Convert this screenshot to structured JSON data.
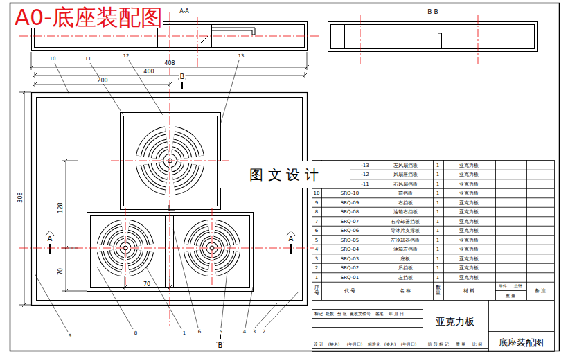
{
  "diagram": {
    "title": "A0-底座装配图",
    "nodes": [
      {
        "text": [
          "图 文 设 计"
        ]
      }
    ],
    "labels": [
      "A-A",
      "B-B",
      "408",
      "400",
      "200",
      "308",
      "128",
      "70",
      "70",
      "10",
      "11",
      "12",
      "13",
      "9",
      "8",
      "1",
      "6",
      "5",
      "4",
      "3",
      "2",
      "A",
      "A",
      "B",
      "B",
      "-13",
      "左风扇挡板",
      "1",
      "亚克力板",
      "-12",
      "风扇座挡板",
      "1",
      "亚克力板",
      "-11",
      "右风扇挡板",
      "1",
      "亚克力板",
      "10",
      "SRQ-10",
      "前挡板",
      "1",
      "亚克力板",
      "9",
      "SRQ-09",
      "右挡板",
      "1",
      "亚克力板",
      "8",
      "SRQ-08",
      "油箱右挡板",
      "1",
      "亚克力板",
      "7",
      "SRQ-07",
      "右冷却器挡板",
      "1",
      "亚克力板",
      "6",
      "SRQ-06",
      "导冰片支撑板",
      "1",
      "亚克力板",
      "5",
      "SRQ-05",
      "左冷却器挡板",
      "1",
      "亚克力板",
      "4",
      "SRQ-04",
      "油箱左挡板",
      "1",
      "亚克力板",
      "3",
      "SRQ-03",
      "底板",
      "1",
      "亚克力板",
      "2",
      "SRQ-02",
      "后挡板",
      "1",
      "亚克力板",
      "1",
      "SRQ-01",
      "左挡板",
      "1",
      "亚克力板",
      "序号",
      "代 号",
      "名 称",
      "数量",
      "材 料",
      "单件",
      "总计",
      "重 量",
      "备 注",
      "标记",
      "处数",
      "分 区",
      "更改文件号",
      "签名",
      "年.月.日",
      "设 计",
      "(签名)",
      "(年月日)",
      "标准化",
      "(签名)",
      "(年月日)",
      "阶 段 标 记",
      "重 量",
      "比 例",
      "亚克力板",
      "底座装配图"
    ]
  }
}
